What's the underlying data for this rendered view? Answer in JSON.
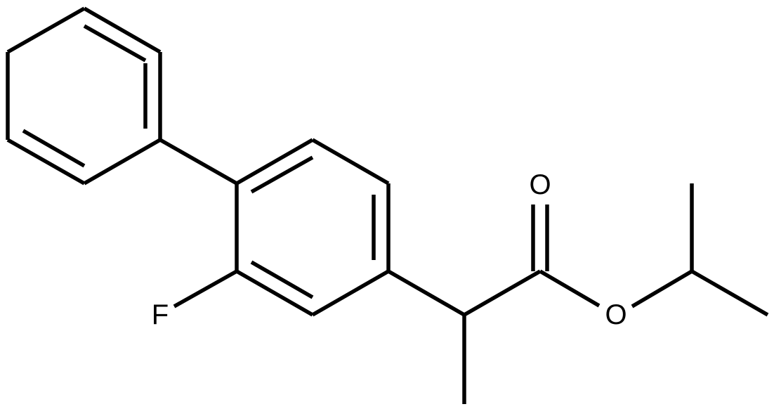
{
  "molecule": {
    "atoms": {
      "fluorine": "F",
      "carbonyl_oxygen": "O",
      "ester_oxygen": "O"
    }
  },
  "colors": {
    "bond": "#000000",
    "label": "#000000",
    "background": "#ffffff"
  }
}
